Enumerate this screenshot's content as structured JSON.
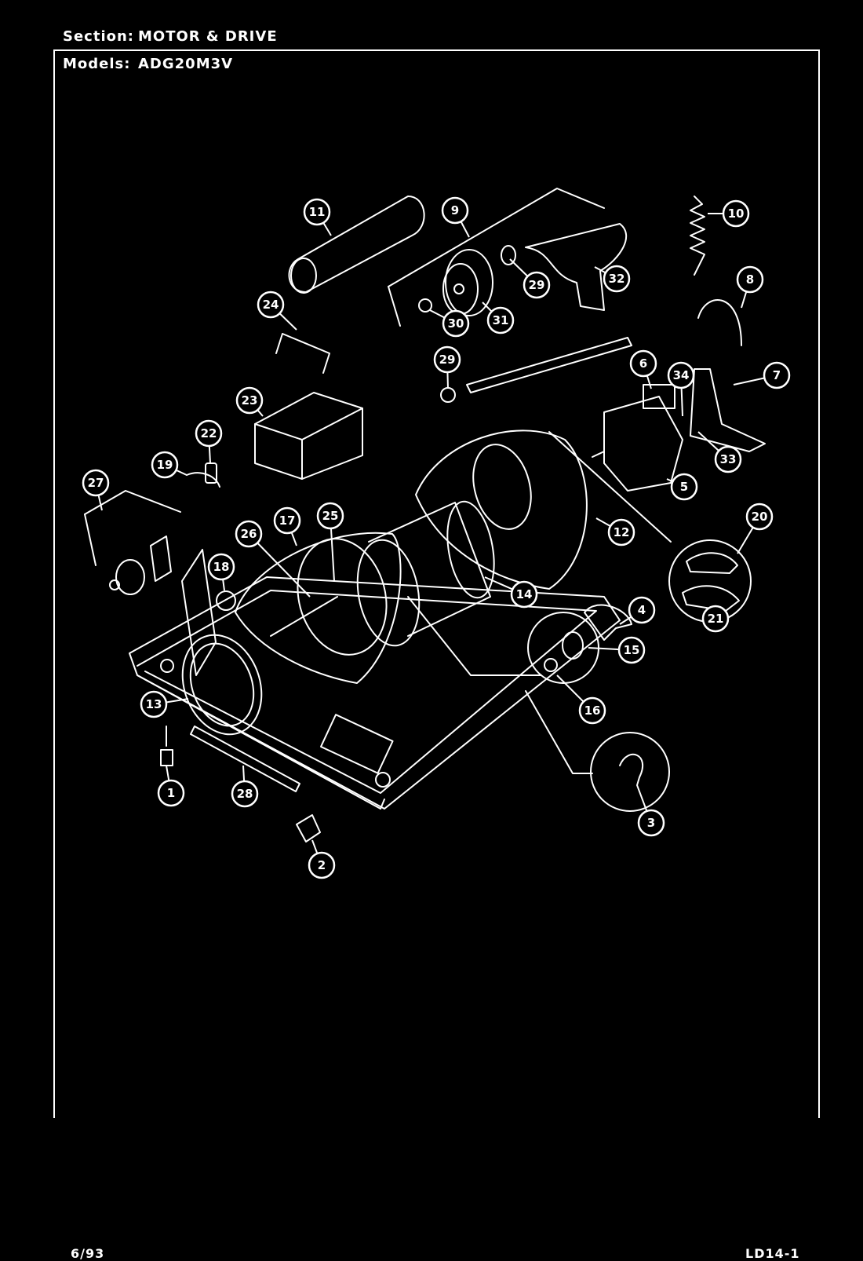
{
  "header": {
    "section_label": "Section:",
    "section_value": "MOTOR & DRIVE",
    "models_label": "Models:",
    "models_value": "ADG20M3V"
  },
  "footer": {
    "date": "6/93",
    "page_code": "LD14-1"
  },
  "callouts": [
    "1",
    "2",
    "3",
    "4",
    "5",
    "6",
    "7",
    "8",
    "9",
    "10",
    "11",
    "12",
    "13",
    "14",
    "15",
    "16",
    "17",
    "18",
    "19",
    "20",
    "21",
    "22",
    "23",
    "24",
    "25",
    "26",
    "27",
    "28",
    "29",
    "29",
    "30",
    "31",
    "32",
    "33",
    "34"
  ],
  "colors": {
    "background": "#000000",
    "lines": "#ffffff"
  }
}
